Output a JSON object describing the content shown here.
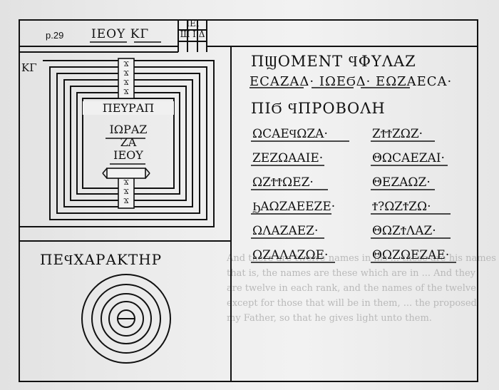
{
  "left_panel": {
    "page_ref": "p.29",
    "top_label": "ΙΕΟΥ ΚΓ",
    "side_label": "ΚΓ",
    "joint_top": "ΙΕΙ",
    "joint_bottom": "Ш Ι Δ",
    "center_lines": [
      "ΠΕΥΡΑΠ",
      "ΙΩΡΑΖ",
      "ΖΑ",
      "ΙΕΟΥ"
    ],
    "seal_upper": [
      "Ϫ",
      "Ϫ",
      "Ϫ",
      "Ϫ"
    ],
    "seal_lower": [
      "Ϫ",
      "Ϫ",
      "Ϫ"
    ]
  },
  "right_panel": {
    "lines": [
      "ΠϢΟΜΕΝΤ ϤΦΥΛΑΖ",
      "ΕϹΑΖΑΔ· ΙΩΕϬΔ· ΕΩΖΑΕϹΑ·",
      "ΠΙϬ ϤΠΡΟΒΟΛΗ"
    ],
    "names": [
      [
        "ΩϹΑΕϤΩΖΑ·",
        "ΖϮϮΖΩΖ·"
      ],
      [
        "ΖΕΖΩΑΑΙΕ·",
        "ΘΩϹΑΕΖΑΙ·"
      ],
      [
        "ΩΖϮϮΩΕΖ·",
        "ΘΕΖΑΩΖ·"
      ],
      [
        "ϦΑΩΖΑΕΕΖΕ·",
        "Ϯ?ΩΖϮΖΩ·"
      ],
      [
        "ΩΛΑΖΑΕΖ·",
        "ΘΩΖϮΛΑΖ·"
      ],
      [
        "ΩΖΑΛΑΖΩΕ·",
        "ΘΩΖΩΕΖΑΕ·"
      ]
    ]
  },
  "bottom_left": {
    "title": "ΠΕϤΧΑΡΑΚΤΗΡ"
  },
  "bleed_text": {
    "lines": [
      "And there are twelve names in his ... these are his names",
      "that is, the names are these which are in ... And they",
      "are twelve in each rank, and the names of the twelve",
      "except for those that will be in them, ... the proposed",
      "my Father, so that he gives light unto them."
    ]
  }
}
